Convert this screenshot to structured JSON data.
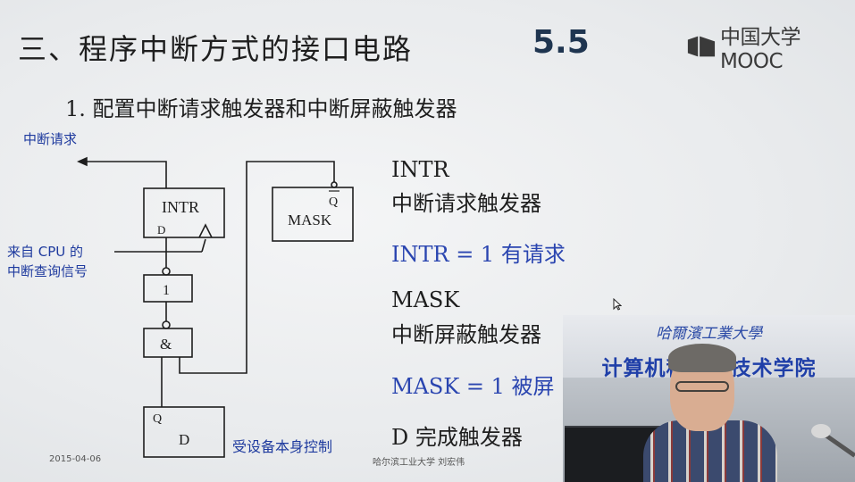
{
  "slide": {
    "title": "三、程序中断方式的接口电路",
    "section_number": "5.5",
    "logo_text": "中国大学MOOC",
    "subtitle": "1. 配置中断请求触发器和中断屏蔽触发器"
  },
  "diagram": {
    "interrupt_request": "中断请求",
    "intr_box": "INTR",
    "d_input": "D",
    "mask_box": "MASK",
    "q_bar": "Q",
    "cpu_query_line1": "来自 CPU 的",
    "cpu_query_line2": "中断查询信号",
    "gate_or": "1",
    "gate_and": "&",
    "d_box_q": "Q",
    "d_box_d": "D",
    "device_control": "受设备本身控制"
  },
  "descriptions": {
    "intr_name": "INTR",
    "intr_desc": "中断请求触发器",
    "intr_rule": "INTR = 1  有请求",
    "mask_name": "MASK",
    "mask_desc": "中断屏蔽触发器",
    "mask_rule": "MASK = 1  被屏",
    "d_desc": "D  完成触发器"
  },
  "footer": {
    "date": "2015-04-06",
    "author": "哈尔滨工业大学  刘宏伟"
  },
  "video": {
    "banner_top": "哈爾濱工業大學",
    "banner_main": "计算机科学与技术学院"
  }
}
